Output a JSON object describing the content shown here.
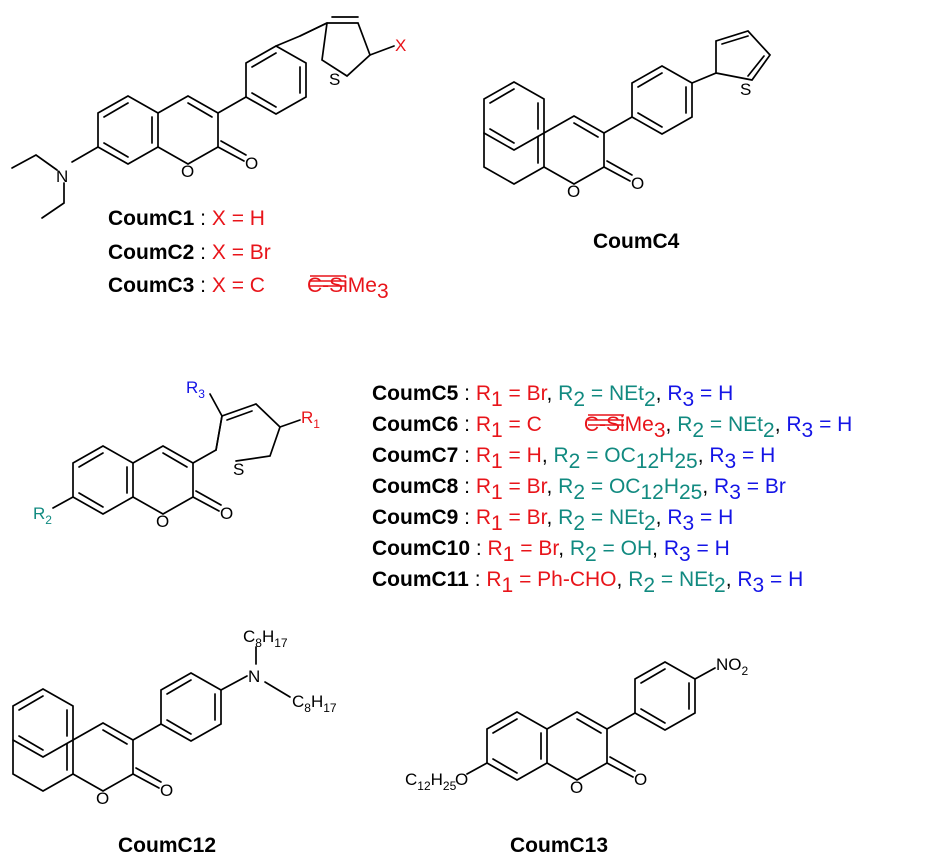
{
  "colors": {
    "red": "#e8141a",
    "teal": "#118a80",
    "blue": "#1414e6",
    "black": "#000000"
  },
  "atoms": {
    "n": "N",
    "o": "O",
    "s": "S",
    "x": "X",
    "r1": "R",
    "r1_sub": "1",
    "r2": "R",
    "r2_sub": "2",
    "r3": "R",
    "r3_sub": "3",
    "c": "C",
    "h": "H",
    "c8": "8",
    "h17": "17",
    "no": "NO",
    "no_sub": "2",
    "c12": "12",
    "h25": "25"
  },
  "group1": [
    {
      "name": "CoumC1",
      "sep": " : ",
      "x_def": "X = H"
    },
    {
      "name": "CoumC2",
      "sep": " : ",
      "x_def": "X = Br"
    },
    {
      "name": "CoumC3",
      "sep": " : ",
      "x_def": "X = C",
      "x_def_tail": "C-SiMe",
      "x_def_tail_sub": "3"
    }
  ],
  "coumc4_label": "CoumC4",
  "group2": [
    {
      "name": "CoumC5",
      "r1": "R",
      "r1_sub": "1",
      "r1_val": " = Br",
      "r2": "R",
      "r2_sub": "2",
      "r2_val": " = NEt",
      "r2_val_sub": "2",
      "r3": "R",
      "r3_sub": "3",
      "r3_val": " = H"
    },
    {
      "name": "CoumC6",
      "r1": "R",
      "r1_sub": "1",
      "r1_val": " = C",
      "r1_tail": "C-SiMe",
      "r1_tail_sub": "3",
      "r2": "R",
      "r2_sub": "2",
      "r2_val": " = NEt",
      "r2_val_sub": "2",
      "r3": "R",
      "r3_sub": "3",
      "r3_val": " = H"
    },
    {
      "name": "CoumC7",
      "r1": "R",
      "r1_sub": "1",
      "r1_val": " = H",
      "r2": "R",
      "r2_sub": "2",
      "r2_val": " = OC",
      "r2_val_sub": "12",
      "r2_val2": "H",
      "r2_val2_sub": "25",
      "r3": "R",
      "r3_sub": "3",
      "r3_val": " = H"
    },
    {
      "name": "CoumC8",
      "r1": "R",
      "r1_sub": "1",
      "r1_val": " = Br",
      "r2": "R",
      "r2_sub": "2",
      "r2_val": " = OC",
      "r2_val_sub": "12",
      "r2_val2": "H",
      "r2_val2_sub": "25",
      "r3": "R",
      "r3_sub": "3",
      "r3_val": " = Br"
    },
    {
      "name": "CoumC9",
      "r1": "R",
      "r1_sub": "1",
      "r1_val": " = Br",
      "r2": "R",
      "r2_sub": "2",
      "r2_val": " = NEt",
      "r2_val_sub": "2",
      "r3": "R",
      "r3_sub": "3",
      "r3_val": " = H"
    },
    {
      "name": "CoumC10",
      "r1": "R",
      "r1_sub": "1",
      "r1_val": " = Br",
      "r2": "R",
      "r2_sub": "2",
      "r2_val": " = OH",
      "r3": "R",
      "r3_sub": "3",
      "r3_val": " = H"
    },
    {
      "name": "CoumC11",
      "r1": "R",
      "r1_sub": "1",
      "r1_val": " = Ph-CHO",
      "r2": "R",
      "r2_sub": "2",
      "r2_val": " = NEt",
      "r2_val_sub": "2",
      "r3": "R",
      "r3_sub": "3",
      "r3_val": " = H"
    }
  ],
  "coumc12_label": "CoumC12",
  "coumc13_label": "CoumC13"
}
